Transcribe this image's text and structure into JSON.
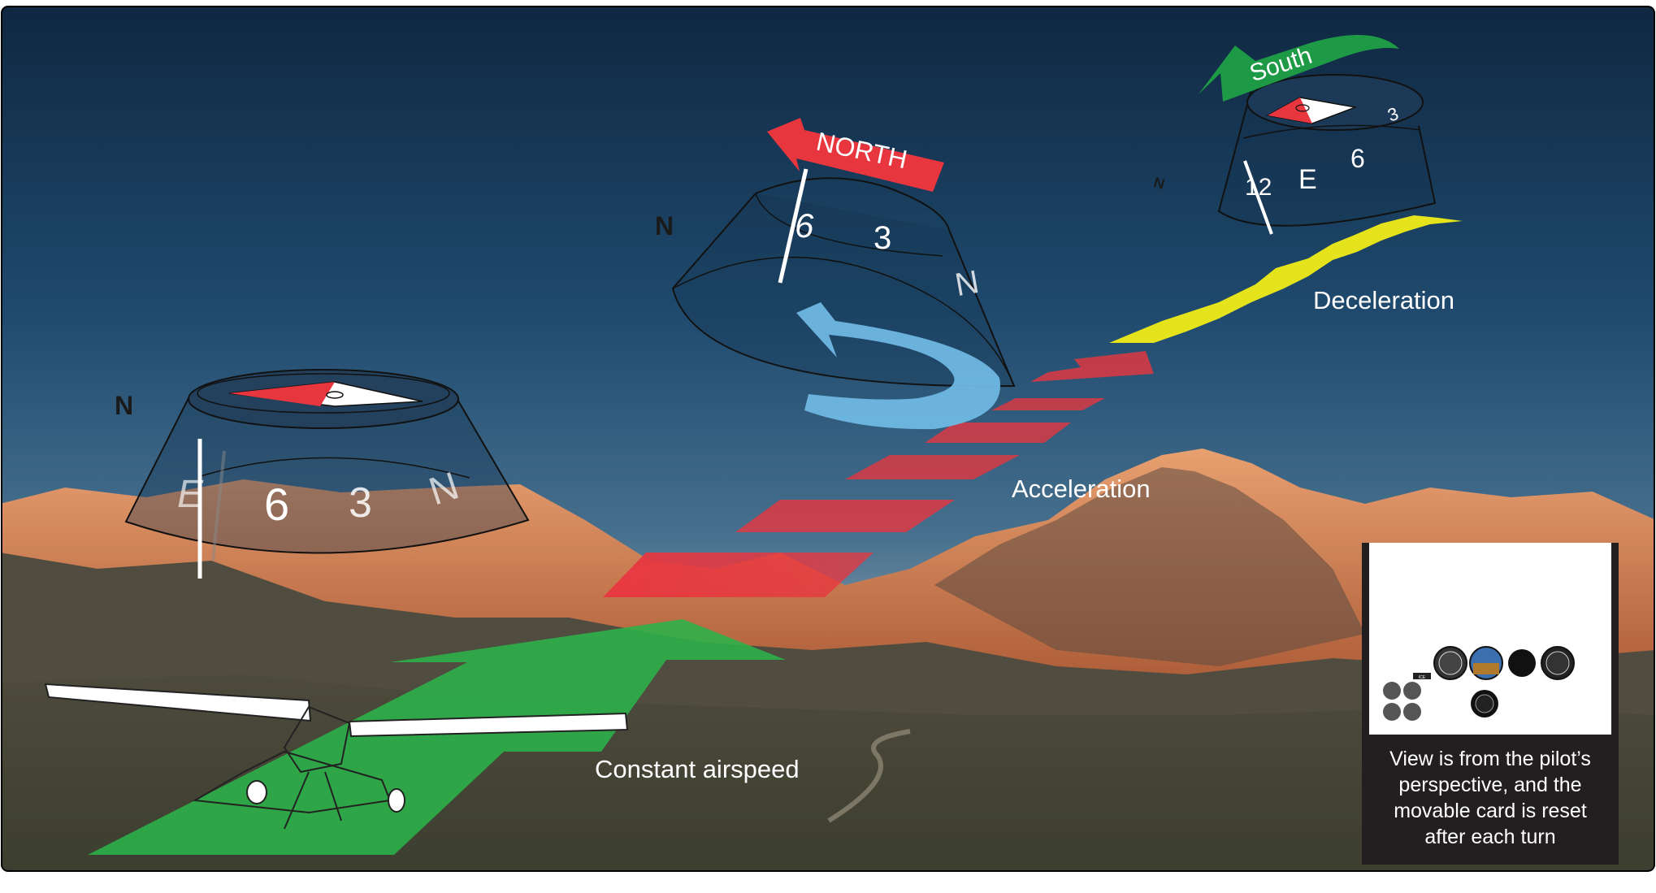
{
  "labels": {
    "constant_airspeed": "Constant airspeed",
    "acceleration": "Acceleration",
    "deceleration": "Deceleration"
  },
  "flags": {
    "north": "NORTH",
    "south": "South"
  },
  "compass_left": {
    "n_marker": "N",
    "card": [
      "E",
      "6",
      "3",
      "N"
    ]
  },
  "compass_middle": {
    "n_marker": "N",
    "card": [
      "6",
      "3",
      "N"
    ]
  },
  "compass_right": {
    "n_marker": "N",
    "card": [
      "12",
      "E",
      "6",
      "3"
    ]
  },
  "note": {
    "line1": "View is from the pilot’s",
    "line2": "perspective, and the",
    "line3": "movable card is reset",
    "line4": "after each turn",
    "panel_inset": "ICE"
  },
  "colors": {
    "constant_airspeed_path": "#2bb34a",
    "acceleration_path": "#e8363f",
    "deceleration_path": "#e5e31c",
    "north_flag": "#e8363f",
    "south_flag": "#1e9a47",
    "turn_arrow": "#6fb8e3"
  }
}
